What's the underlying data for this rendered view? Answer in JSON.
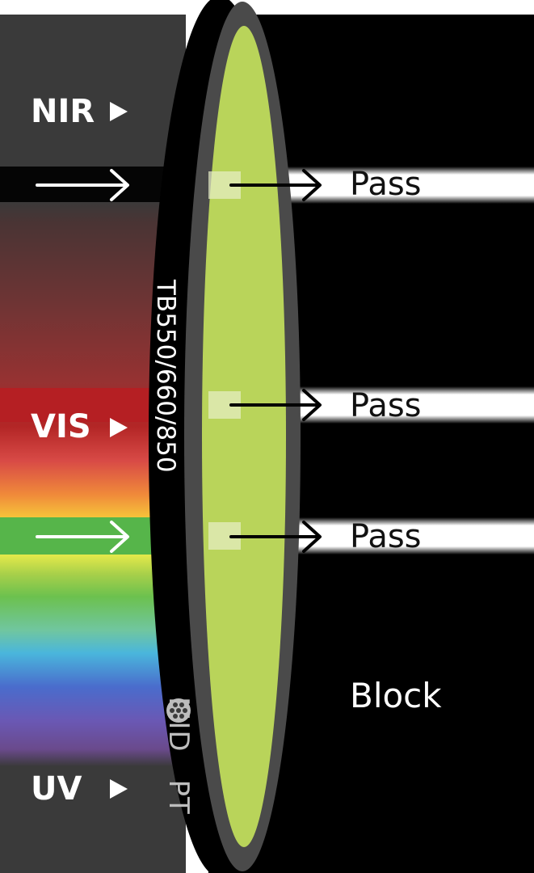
{
  "labels": {
    "nir": "NIR",
    "vis": "VIS",
    "uv": "UV"
  },
  "pass_labels": [
    "Pass",
    "Pass",
    "Pass"
  ],
  "block_label": "Block",
  "filter": {
    "model": "TB550/660/850",
    "brand_left": "MID",
    "brand_right": "PT"
  },
  "colors": {
    "background_left": "#3a3a3a",
    "background_right": "#000000",
    "filter_glass": "#b9d45a",
    "filter_rim": "#444444",
    "beam": "#ffffff"
  },
  "icons": [
    "triangle-right-icon",
    "arrow-right-icon",
    "midopt-logo-icon"
  ]
}
